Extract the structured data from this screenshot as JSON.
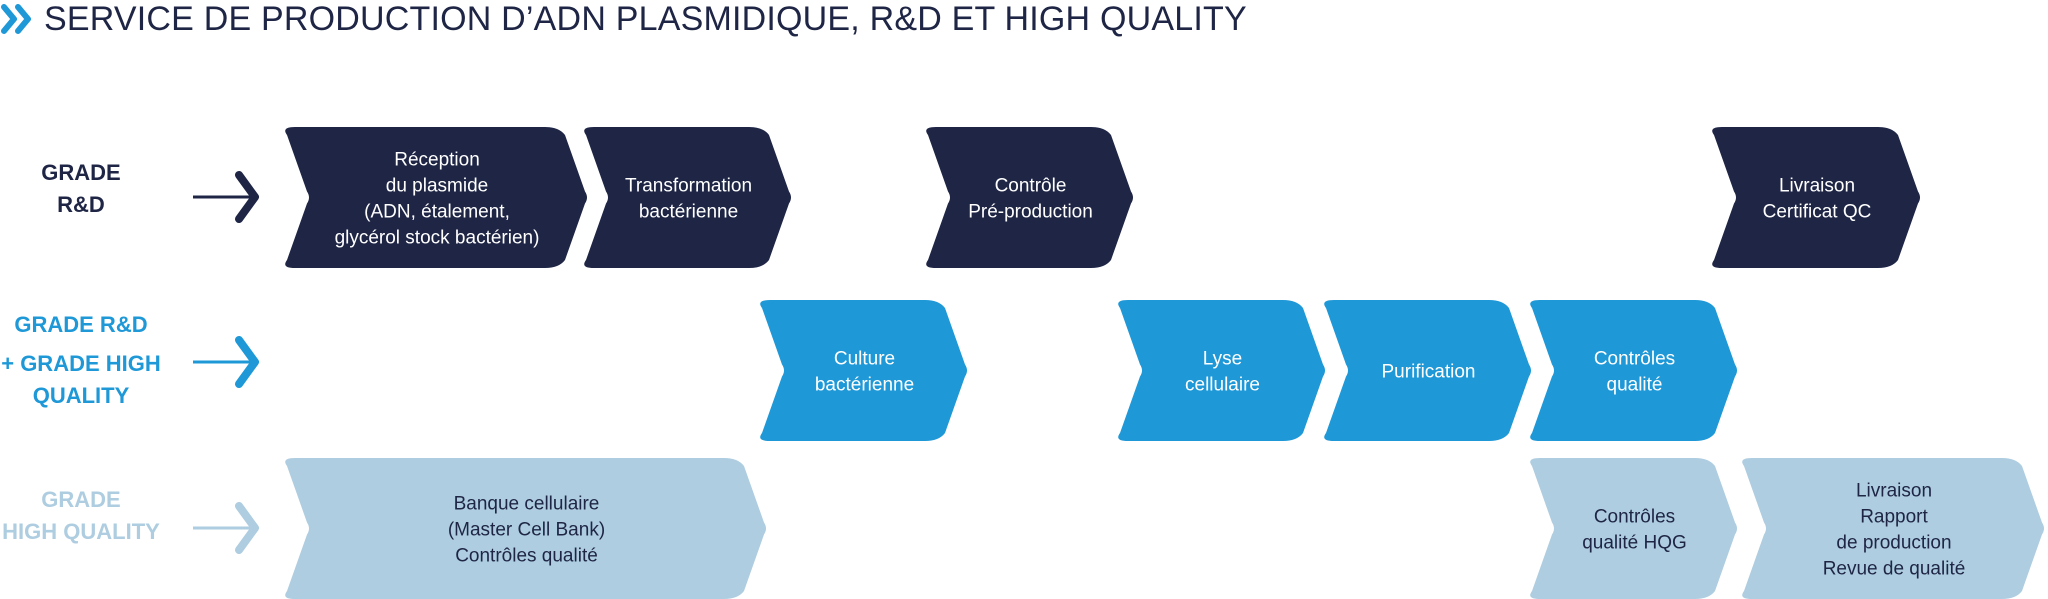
{
  "title": "SERVICE DE PRODUCTION D’ADN PLASMIDIQUE, R&D ET HIGH QUALITY",
  "colors": {
    "navy": "#1e2545",
    "blue": "#1e98d7",
    "light_blue": "#aecde0",
    "light_text": "#aecde0",
    "light_chevron_text": "#1e2545"
  },
  "icons": {
    "header": "double-chevron-right-icon",
    "row": "arrow-right-icon"
  },
  "rows": [
    {
      "label": [
        "GRADE",
        "R&D"
      ],
      "steps": [
        {
          "lines": [
            "Réception",
            "du plasmide",
            "(ADN, étalement,",
            "glycérol stock bactérien)"
          ]
        },
        {
          "lines": [
            "Transformation",
            "bactérienne"
          ]
        },
        {
          "lines": [
            "Contrôle",
            "Pré-production"
          ]
        },
        {
          "lines": [
            "Livraison",
            "Certificat QC"
          ]
        }
      ]
    },
    {
      "label": [
        "GRADE R&D",
        "+ GRADE HIGH",
        "QUALITY"
      ],
      "steps": [
        {
          "lines": [
            "Culture",
            "bactérienne"
          ]
        },
        {
          "lines": [
            "Lyse",
            "cellulaire"
          ]
        },
        {
          "lines": [
            "Purification"
          ]
        },
        {
          "lines": [
            "Contrôles",
            "qualité"
          ]
        }
      ]
    },
    {
      "label": [
        "GRADE",
        "HIGH QUALITY"
      ],
      "steps": [
        {
          "lines": [
            "Banque cellulaire",
            "(Master Cell Bank)",
            "Contrôles qualité"
          ]
        },
        {
          "lines": [
            "Contrôles",
            "qualité HQG"
          ]
        },
        {
          "lines": [
            "Livraison",
            "Rapport",
            "de production",
            "Revue de qualité"
          ]
        }
      ]
    }
  ]
}
